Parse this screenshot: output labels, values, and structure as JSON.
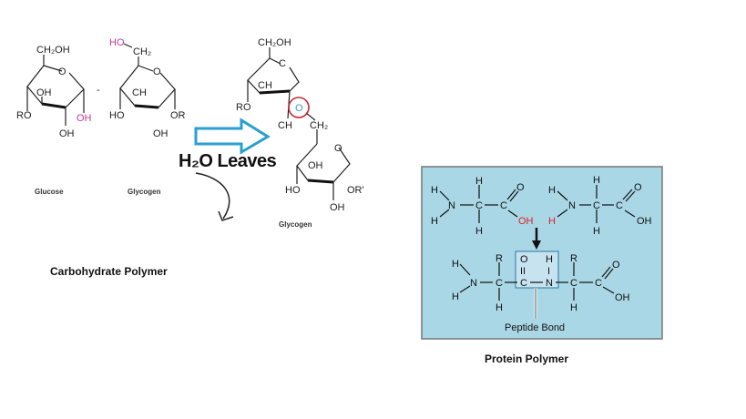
{
  "carbohydrate": {
    "glucose": {
      "ch2oh": "CH₂OH",
      "ring_o": "O",
      "oh_inner": "OH",
      "ro": "RO",
      "oh_pink": "OH",
      "oh_bottom": "OH",
      "label": "Glucose"
    },
    "plus": "-",
    "glycogen_left": {
      "ho": "HO",
      "ch2": "CH₂",
      "ring_o": "O",
      "ch": "CH",
      "ho_left": "HO",
      "or": "OR",
      "oh_bottom": "OH",
      "label": "Glycogen"
    },
    "arrow_label": "H₂O Leaves",
    "product": {
      "ch2oh": "CH₂OH",
      "c": "C",
      "ch": "CH",
      "ro": "RO",
      "link_o": "O",
      "ch_low": "CH",
      "ch2": "CH₂",
      "ring_o": "O",
      "oh_inner": "OH",
      "ho": "HO",
      "or": "OR'",
      "oh_bottom": "OH",
      "label": "Glycogen"
    },
    "title": "Carbohydrate Polymer"
  },
  "protein": {
    "title": "Protein Polymer",
    "peptide_bond_label": "Peptide Bond",
    "atoms": {
      "H": "H",
      "N": "N",
      "C": "C",
      "O": "O",
      "OH": "OH",
      "R": "R",
      "dbl": "II",
      "single": "I"
    }
  },
  "colors": {
    "pink": "#c03a9a",
    "blue": "#3a9ad0",
    "red_circle": "#c0282e",
    "arrow": "#2a9fd0",
    "protein_bg": "#a9d7e6",
    "peptide_box": "#c7e3f0",
    "red": "#e02020"
  }
}
